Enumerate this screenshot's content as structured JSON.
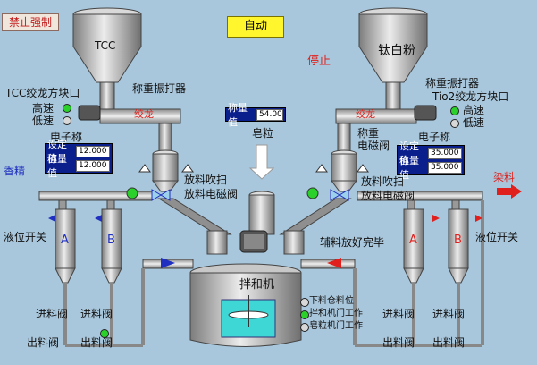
{
  "status": {
    "forbid_force": "禁止强制",
    "mode": "自动",
    "stop": "停止"
  },
  "hoppers": {
    "left": "TCC",
    "right": "钛白粉"
  },
  "left": {
    "vibrator": "称重振打器",
    "block": "TCC绞龙方块口",
    "high": "高速",
    "low": "低速",
    "auger": "绞龙",
    "scale": "电子称",
    "set_label": "设定值",
    "set_value": "12.000",
    "weight_label": "称量值",
    "weight_value": "12.000",
    "blow": "放料吹扫",
    "valve": "放料电磁阀",
    "fragrance": "香精",
    "level": "液位开关",
    "tank_a": "A",
    "tank_b": "B",
    "feed_a": "进料阀",
    "feed_b": "进料阀",
    "out_a": "出料阀",
    "out_b": "出料阀"
  },
  "right": {
    "vibrator": "称重振打器",
    "block": "Tio2绞龙方块口",
    "high": "高速",
    "low": "低速",
    "auger": "绞龙",
    "scale": "电子称",
    "weigh_valve_1": "称重",
    "weigh_valve_2": "电磁阀",
    "set_label": "设定值",
    "set_value": "35.000",
    "weight_label": "称量值",
    "weight_value": "35.000",
    "blow": "放料吹扫",
    "valve": "放料电磁阀",
    "dye": "染料",
    "level": "液位开关",
    "tank_a": "A",
    "tank_b": "B",
    "feed_a": "进料阀",
    "feed_b": "进料阀",
    "out_a": "出料阀",
    "out_b": "出料阀"
  },
  "center": {
    "weight_label": "称量值",
    "weight_value": "54.00",
    "pellet": "皂粒",
    "aux_done": "辅料放好完毕",
    "mixer": "拌和机",
    "lower_bin": "下料仓料位",
    "mixer_door": "拌和机门工作",
    "pellet_door": "皂粒机门工作"
  },
  "colors": {
    "background": "#a9c7dc",
    "set_box": "#0b1f8c",
    "accent_red": "#e0201c",
    "accent_blue": "#1f2fbf",
    "active_green": "#2bd02b"
  }
}
